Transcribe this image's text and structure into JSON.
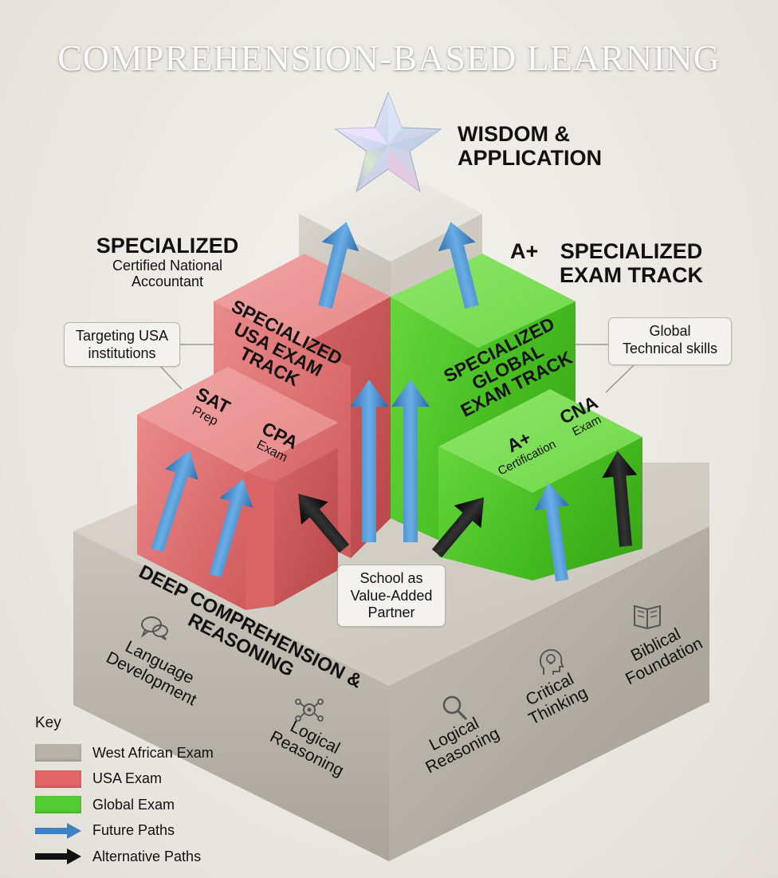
{
  "title": "COMPREHENSION-BASED LEARNING",
  "top": {
    "label_line1": "WISDOM &",
    "label_line2": "APPLICATION"
  },
  "left_tier": {
    "heading": "SPECIALIZED",
    "sub_line1": "Certified National",
    "sub_line2": "Accountant",
    "callout_line1": "Targeting USA",
    "callout_line2": "institutions",
    "tower_line1": "SPECIALIZED",
    "tower_line2": "USA EXAM",
    "tower_line3": "TRACK",
    "block1_title": "SAT",
    "block1_sub": "Prep",
    "block2_title": "CPA",
    "block2_sub": "Exam"
  },
  "right_tier": {
    "heading_prefix": "A+",
    "heading_line1": "SPECIALIZED",
    "heading_line2": "EXAM TRACK",
    "callout_line1": "Global",
    "callout_line2": "Technical skills",
    "tower_line1": "SPECIALIZED",
    "tower_line2": "GLOBAL",
    "tower_line3": "EXAM TRACK",
    "block1_title": "A+",
    "block1_sub": "Certification",
    "block2_title": "CNA",
    "block2_sub": "Exam"
  },
  "center_callout": {
    "line1": "School as",
    "line2": "Value-Added",
    "line3": "Partner"
  },
  "base": {
    "heading_line1": "DEEP COMPREHENSION &",
    "heading_line2": "REASONING",
    "front_items": [
      {
        "line1": "Language",
        "line2": "Development",
        "icon": "speech-bubbles-icon"
      },
      {
        "line1": "Logical",
        "line2": "Reasoning",
        "icon": "gears-network-icon"
      }
    ],
    "side_items": [
      {
        "line1": "Logical",
        "line2": "Reasoning",
        "icon": "magnifier-icon"
      },
      {
        "line1": "Critical",
        "line2": "Thinking",
        "icon": "head-lightbulb-icon"
      },
      {
        "line1": "Biblical",
        "line2": "Foundation",
        "icon": "open-book-icon"
      }
    ]
  },
  "key": {
    "title": "Key",
    "items": [
      {
        "label": "West African Exam",
        "color": "#b7b3a8"
      },
      {
        "label": "USA Exam",
        "color": "#e0666a"
      },
      {
        "label": "Global Exam",
        "color": "#55cc33"
      },
      {
        "label": "Future Paths",
        "color": "#3f82c4"
      },
      {
        "label": "Alternative Paths",
        "color": "#111111"
      }
    ]
  },
  "colors": {
    "west_african": "#b7b3a8",
    "usa": "#e0666a",
    "global": "#55cc33",
    "future_arrow": "#3f82c4",
    "alt_arrow": "#111111"
  }
}
